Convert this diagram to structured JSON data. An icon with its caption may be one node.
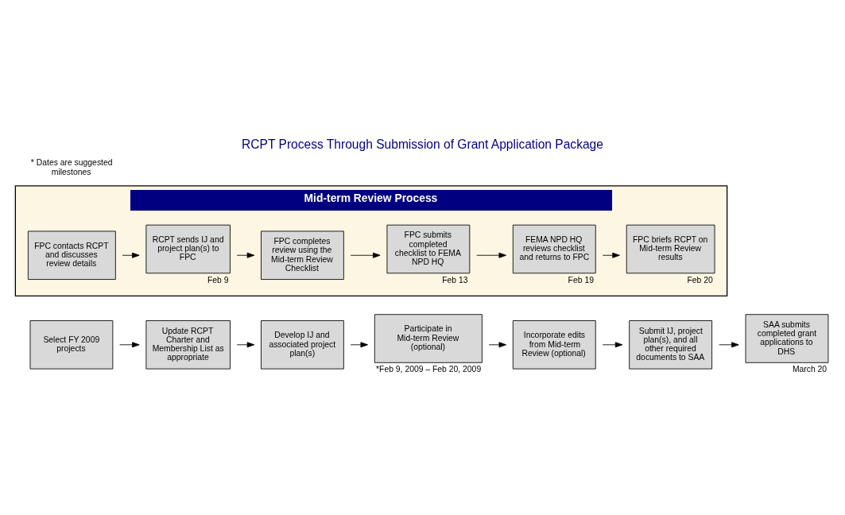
{
  "diagram": {
    "title": "RCPT Process Through Submission of Grant Application Package",
    "nodes": [
      {
        "text": [
          "Select FY 2009 projects"
        ]
      },
      {
        "text": [
          "Update RCPT Charter and Membership List as appropriate"
        ]
      },
      {
        "text": [
          "Develop IJ and associated project plan(s)"
        ]
      },
      {
        "text": [
          "Participate in Mid-term Review (optional)"
        ],
        "beside": [
          "*Feb 9, 2009 – Feb 20, 2009"
        ]
      },
      {
        "text": [
          "Incorporate edits from Mid-term Review (optional)"
        ]
      },
      {
        "text": [
          "Submit IJ, project plan(s), and all other required documents to SAA"
        ]
      },
      {
        "text": [
          "SAA submits completed grant applications to DHS"
        ],
        "beside": [
          "March 20"
        ]
      },
      {
        "text": [
          "Mid-term Review Process"
        ]
      },
      {
        "text": [
          "FPC contacts RCPT and discusses review details"
        ],
        "in": 7
      },
      {
        "text": [
          "RCPT sends IJ and project plan(s) to FPC"
        ],
        "in": 7,
        "beside": [
          "Feb 9"
        ]
      },
      {
        "text": [
          "FPC completes review using the Mid-term Review Checklist"
        ],
        "in": 7
      },
      {
        "text": [
          "FPC submits completed checklist to FEMA NPD HQ"
        ],
        "in": 7,
        "beside": [
          "Feb 13"
        ]
      },
      {
        "text": [
          "FEMA NPD HQ reviews checklist and returns to FPC"
        ],
        "in": 7,
        "beside": [
          "Feb 19"
        ]
      },
      {
        "text": [
          "FPC briefs RCPT on Mid-term Review results"
        ],
        "in": 7,
        "beside": [
          "Feb 20"
        ]
      }
    ],
    "edges": [
      {
        "from": 0,
        "to": 1,
        "arrow": "to"
      },
      {
        "from": 1,
        "to": 2,
        "arrow": "to"
      },
      {
        "from": 2,
        "to": 3,
        "arrow": "to"
      },
      {
        "from": 3,
        "to": 4,
        "arrow": "to"
      },
      {
        "from": 4,
        "to": 5,
        "arrow": "to"
      },
      {
        "from": 5,
        "to": 6,
        "arrow": "to"
      },
      {
        "from": 8,
        "to": 9,
        "arrow": "to"
      },
      {
        "from": 9,
        "to": 10,
        "arrow": "to"
      },
      {
        "from": 10,
        "to": 11,
        "arrow": "to"
      },
      {
        "from": 11,
        "to": 12,
        "arrow": "to"
      },
      {
        "from": 12,
        "to": 13,
        "arrow": "to"
      }
    ],
    "labels": [
      "* Dates are suggested milestones"
    ]
  }
}
